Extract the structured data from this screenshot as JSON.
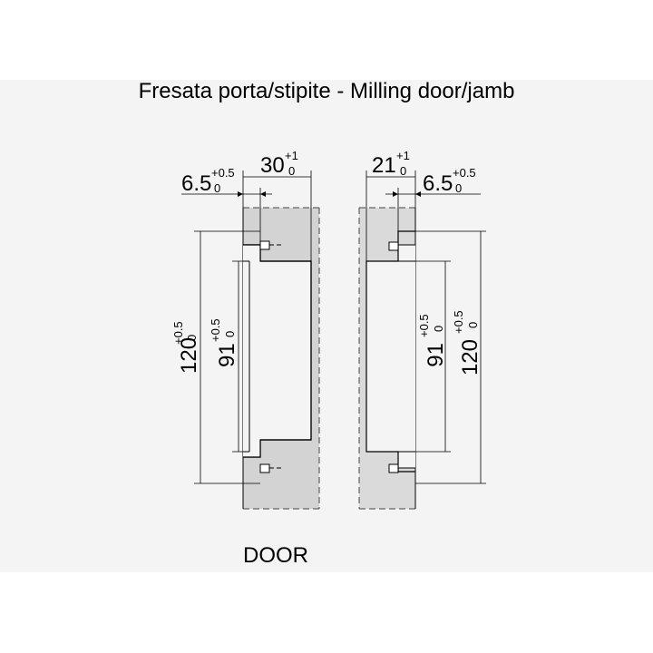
{
  "title": "Fresata porta/stipite - Milling door/jamb",
  "door_label": "DOOR",
  "colors": {
    "door_fill": "#d3d3d3",
    "jamb_fill": "#dadada",
    "line": "#000000",
    "background": "#f4f4f4"
  },
  "door": {
    "width_dim": {
      "value": "30",
      "upper": "+1",
      "lower": "0"
    },
    "offset_dim": {
      "value": "6.5",
      "upper": "+0.5",
      "lower": "0"
    },
    "outer_height_dim": {
      "value": "120",
      "upper": "+0.5",
      "lower": "0"
    },
    "inner_height_dim": {
      "value": "91",
      "upper": "+0.5",
      "lower": "0"
    }
  },
  "jamb": {
    "width_dim": {
      "value": "21",
      "upper": "+1",
      "lower": "0"
    },
    "offset_dim": {
      "value": "6.5",
      "upper": "+0.5",
      "lower": "0"
    },
    "inner_height_dim": {
      "value": "91",
      "upper": "+0.5",
      "lower": "0"
    },
    "outer_height_dim": {
      "value": "120",
      "upper": "+0.5",
      "lower": "0"
    }
  }
}
